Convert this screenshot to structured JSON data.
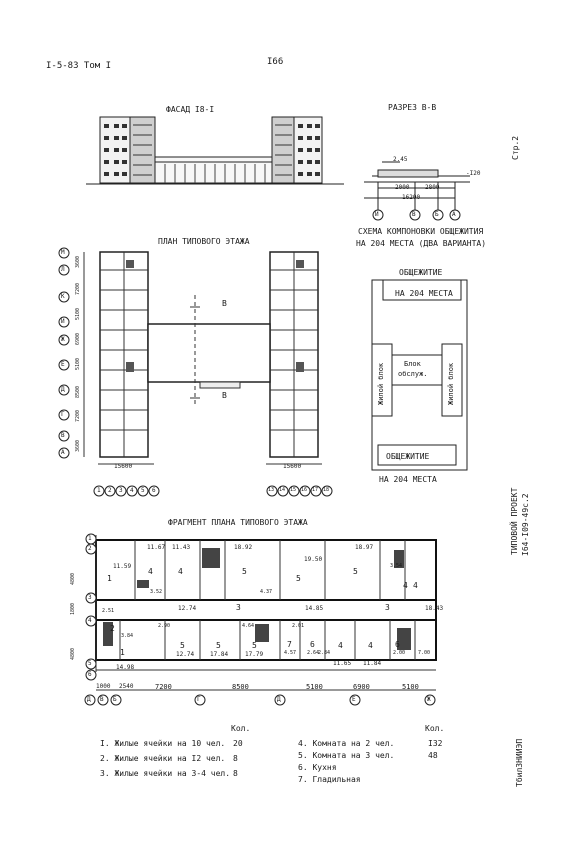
{
  "header": {
    "left": "I-5-83 Том I",
    "page_number": "I66"
  },
  "right_margin": {
    "page_label": "Стр.2",
    "project_line1": "ТИПОВОЙ ПРОЕКТ",
    "project_line2": "I64-I09-49с.2",
    "organization": "ТбилЗНИИЭП"
  },
  "titles": {
    "facade": "ФАСАД I8-I",
    "section": "РАЗРЕЗ В-В",
    "typical_plan": "ПЛАН ТИПОВОГО ЭТАЖА",
    "fragment_plan": "ФРАГМЕНТ ПЛАНА ТИПОВОГО ЭТАЖА",
    "scheme_line1": "СХЕМА КОМПОНОВКИ ОБЩЕЖИТИЯ",
    "scheme_line2": "НА 204 МЕСТА (ДВА ВАРИАНТА)"
  },
  "section_dims": {
    "height": "2.45",
    "level": "-I20",
    "d1": "2000",
    "d2": "2800",
    "total": "16200",
    "axes": [
      "И",
      "В",
      "Б",
      "А"
    ]
  },
  "scheme": {
    "top_label1": "ОБЩЕЖИТИЕ",
    "top_label2": "НА 204 МЕСТА",
    "block_left": "Жилой блок",
    "block_right": "Жилой блок",
    "service1": "Блок",
    "service2": "обслуж.",
    "bottom_label1": "ОБЩЕЖИТИЕ",
    "bottom_label2": "НА 204 МЕСТА"
  },
  "plan": {
    "axes_left": [
      "М",
      "Л",
      "К",
      "И",
      "Ж",
      "Е",
      "Д",
      "Г",
      "В",
      "А"
    ],
    "dims_left": [
      "3600",
      "7200",
      "5100",
      "6900",
      "5100",
      "8500",
      "7200",
      "3600"
    ],
    "section_mark": "В",
    "dim_bottom": "15600",
    "axes_bottom_left": [
      "1",
      "2",
      "3",
      "4",
      "5",
      "6"
    ],
    "axes_bottom_right": [
      "13",
      "14",
      "15",
      "16",
      "17",
      "18"
    ]
  },
  "fragment": {
    "axes_left": [
      "1",
      "2",
      "3",
      "4",
      "5",
      "6"
    ],
    "dims_left": [
      "4800",
      "1800",
      "4800"
    ],
    "bottom_axes": [
      "Д",
      "В",
      "Б",
      "Г",
      "Д",
      "Е",
      "Ж"
    ],
    "bottom_dims": [
      "1000",
      "2540",
      "7200",
      "8500",
      "5100",
      "6900",
      "5100"
    ],
    "areas_top": [
      "11.67",
      "11.43",
      "18.92",
      "19.50",
      "18.97",
      "11.59",
      "4.37",
      "3.52",
      "3.54"
    ],
    "areas_corr": [
      "12.74",
      "14.85",
      "18.43",
      "2.51"
    ],
    "areas_bottom": [
      "3.84",
      "2.90",
      "4.64",
      "2.01",
      "2.64",
      "14.98",
      "12.74",
      "17.84",
      "17.79",
      "4.57",
      "2.84",
      "11.65",
      "11.84",
      "2.00",
      "7.00"
    ],
    "room_nums": [
      "1",
      "4",
      "4",
      "5",
      "5",
      "5",
      "4",
      "4",
      "3",
      "3",
      "5",
      "5",
      "5",
      "7",
      "6",
      "4",
      "4",
      "6",
      "1",
      "2"
    ]
  },
  "legend": {
    "col_header": "Кол.",
    "left": [
      {
        "label": "I. Жилые ячейки на 10 чел.",
        "count": "20"
      },
      {
        "label": "2. Жилые ячейки на I2 чел.",
        "count": "8"
      },
      {
        "label": "3. Жилые ячейки на 3-4 чел.",
        "count": "8"
      }
    ],
    "right": [
      {
        "label": "4. Комната на 2 чел.",
        "count": "I32"
      },
      {
        "label": "5. Комната на 3 чел.",
        "count": "48"
      },
      {
        "label": "6. Кухня",
        "count": ""
      },
      {
        "label": "7. Гладильная",
        "count": ""
      }
    ]
  }
}
